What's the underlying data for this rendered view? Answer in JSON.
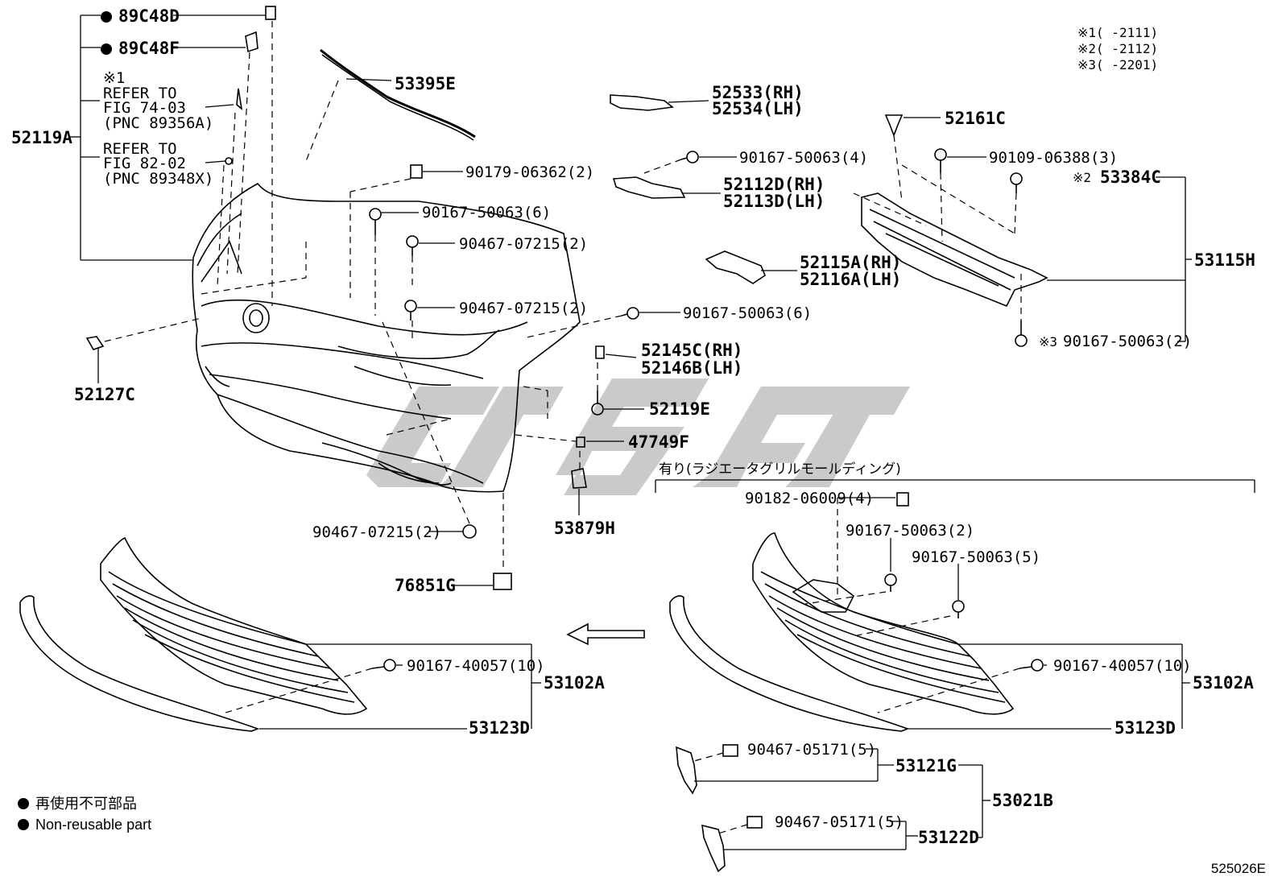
{
  "notes": {
    "n1": "※1(      -2111)",
    "n2": "※2(      -2112)",
    "n3": "※3(      -2201)"
  },
  "labels": {
    "p89C48D": "89C48D",
    "p89C48F": "89C48F",
    "ref1_mark": "※1",
    "ref1_a": "REFER TO",
    "ref1_b": "FIG 74-03",
    "ref1_c": "(PNC 89356A)",
    "ref2_a": "REFER TO",
    "ref2_b": "FIG 82-02",
    "ref2_c": "(PNC 89348X)",
    "p52119A": "52119A",
    "p53395E": "53395E",
    "p90179": "90179-06362(2)",
    "p90167_6a": "90167-50063(6)",
    "p90467_a": "90467-07215(2)",
    "p90467_b": "90467-07215(2)",
    "p90167_6b": "90167-50063(6)",
    "p52127C": "52127C",
    "p52533": "52533(RH)",
    "p52534": "52534(LH)",
    "p90167_4": "90167-50063(4)",
    "p52112D": "52112D(RH)",
    "p52113D": "52113D(LH)",
    "p52115A": "52115A(RH)",
    "p52116A": "52116A(LH)",
    "p52161C": "52161C",
    "p90109": "90109-06388(3)",
    "p53384C_mark": "※2",
    "p53384C": "53384C",
    "p53115H": "53115H",
    "p90167_2_mark": "※3",
    "p90167_2": "90167-50063(2)",
    "p52145C": "52145C(RH)",
    "p52146B": "52146B(LH)",
    "p52119E": "52119E",
    "p47749F": "47749F",
    "p53879H": "53879H",
    "p90467_c": "90467-07215(2)",
    "p76851G": "76851G",
    "p90167_10a": "90167-40057(10)",
    "p53102A_a": "53102A",
    "p53123D_a": "53123D",
    "variant_note": "有り(ラジエータグリルモールディング)",
    "p90182": "90182-06009(4)",
    "p90167_2b": "90167-50063(2)",
    "p90167_5": "90167-50063(5)",
    "p90167_10b": "90167-40057(10)",
    "p53102A_b": "53102A",
    "p53123D_b": "53123D",
    "p90467_05171_a": "90467-05171(5)",
    "p53121G": "53121G",
    "p53021B": "53021B",
    "p90467_05171_b": "90467-05171(5)",
    "p53122D": "53122D"
  },
  "legend": {
    "jp": "再使用不可部品",
    "en": "Non-reusable part"
  },
  "figure_code": "525026E",
  "colors": {
    "line": "#000000",
    "watermark": "#c8c8c8"
  }
}
